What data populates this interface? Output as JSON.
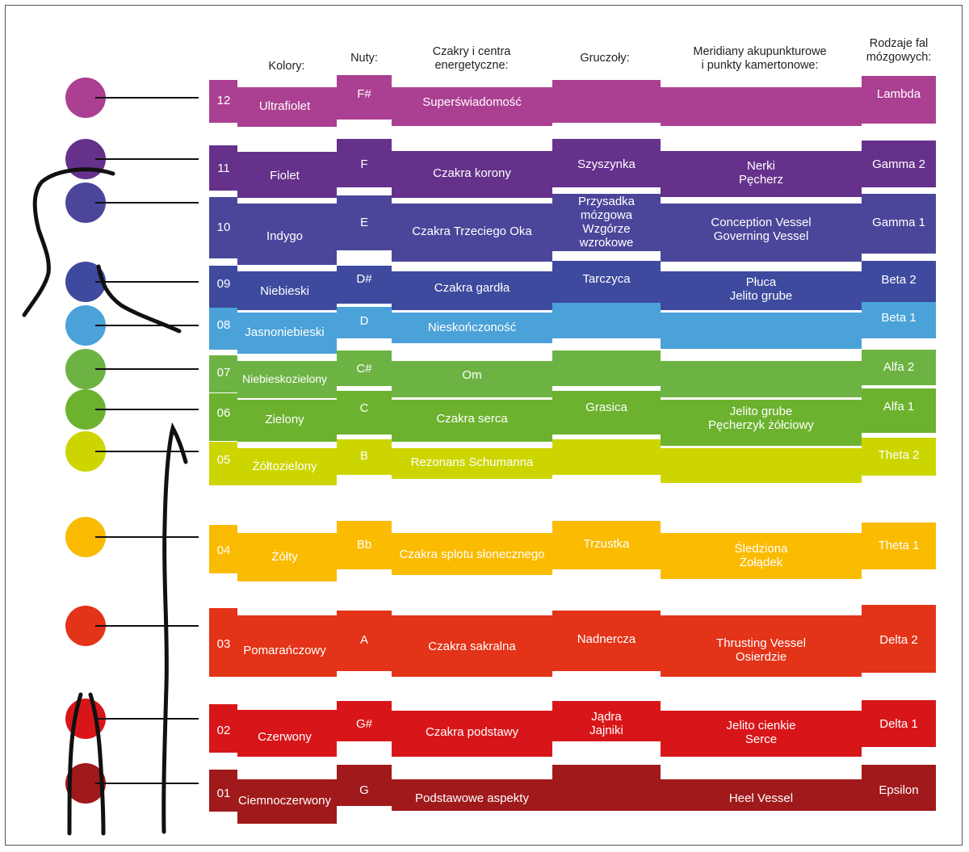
{
  "headers": {
    "colors": "Kolory:",
    "notes": "Nuty:",
    "chakras": "Czakry i centra\nenergetyczne:",
    "glands": "Gruczoły:",
    "meridians": "Meridiany akupunkturowe\ni punkty kamertonowe:",
    "waves": "Rodzaje fal\nmózgowych:"
  },
  "rows": [
    {
      "num": "12",
      "color": "Ultrafiolet",
      "note": "F#",
      "chakra": "Superświadomość",
      "gland": "",
      "meridian": "",
      "wave": "Lambda",
      "fill": "#ab3f91"
    },
    {
      "num": "11",
      "color": "Fiolet",
      "note": "F",
      "chakra": "Czakra korony",
      "gland": "Szyszynka",
      "meridian": "Nerki\nPęcherz",
      "wave": "Gamma 2",
      "fill": "#65318b"
    },
    {
      "num": "10",
      "color": "Indygo",
      "note": "E",
      "chakra": "Czakra Trzeciego Oka",
      "gland": "Przysadka\nmózgowa\nWzgórze\nwzrokowe",
      "meridian": "Conception Vessel\nGoverning Vessel",
      "wave": "Gamma 1",
      "fill": "#4b469a"
    },
    {
      "num": "09",
      "color": "Niebieski",
      "note": "D#",
      "chakra": "Czakra gardła",
      "gland": "Tarczyca",
      "meridian": "Płuca\nJelito grube",
      "wave": "Beta 2",
      "fill": "#3d4a9e"
    },
    {
      "num": "08",
      "color": "Jasnoniebieski",
      "note": "D",
      "chakra": "Nieskończoność",
      "gland": "",
      "meridian": "",
      "wave": "Beta 1",
      "fill": "#4ba2d9"
    },
    {
      "num": "07",
      "color": "Niebieskozielony",
      "note": "C#",
      "chakra": "Om",
      "gland": "",
      "meridian": "",
      "wave": "Alfa 2",
      "fill": "#6db344"
    },
    {
      "num": "06",
      "color": "Zielony",
      "note": "C",
      "chakra": "Czakra serca",
      "gland": "Grasica",
      "meridian": "Jelito grube\nPęcherzyk żółciowy",
      "wave": "Alfa 1",
      "fill": "#6cb22e"
    },
    {
      "num": "05",
      "color": "Żółtozielony",
      "note": "B",
      "chakra": "Rezonans Schumanna",
      "gland": "",
      "meridian": "",
      "wave": "Theta 2",
      "fill": "#cdd500"
    },
    {
      "num": "04",
      "color": "Żółty",
      "note": "Bb",
      "chakra": "Czakra splotu słonecznego",
      "gland": "Trzustka",
      "meridian": "Śledziona\nŻołądek",
      "wave": "Theta 1",
      "fill": "#fbbb00"
    },
    {
      "num": "03",
      "color": "Pomarańczowy",
      "note": "A",
      "chakra": "Czakra sakralna",
      "gland": "Nadnercza",
      "meridian": "Thrusting Vessel\nOsierdzie",
      "wave": "Delta 2",
      "fill": "#e33318"
    },
    {
      "num": "02",
      "color": "Czerwony",
      "note": "G#",
      "chakra": "Czakra podstawy",
      "gland": "Jądra\nJajniki",
      "meridian": "Jelito cienkie\nSerce",
      "wave": "Delta 1",
      "fill": "#d81619"
    },
    {
      "num": "01",
      "color": "Ciemnoczerwony",
      "note": "G",
      "chakra": "Podstawowe aspekty",
      "gland": "",
      "meridian": "Heel Vessel",
      "wave": "Epsilon",
      "fill": "#a0191b"
    }
  ]
}
